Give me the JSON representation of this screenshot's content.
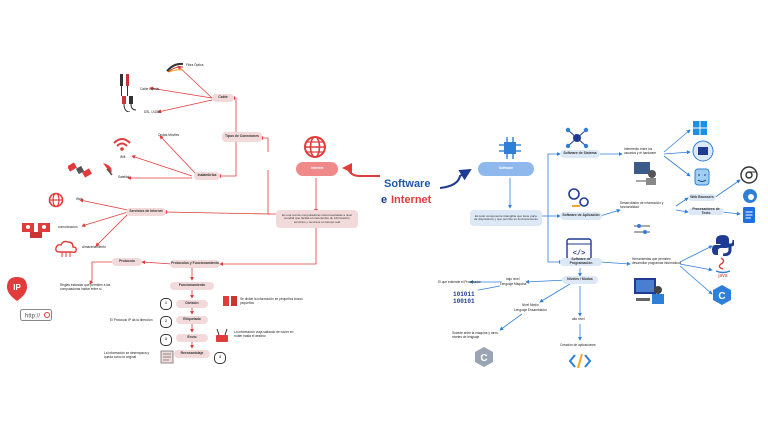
{
  "title": {
    "word1": "Software",
    "word2": "e",
    "word3": "Internet"
  },
  "colors": {
    "red": "#e23b3b",
    "blue": "#2f7fd8",
    "navy": "#1f3a93",
    "pink_fill": "#f3dada",
    "blue_fill": "#dce8f6"
  },
  "internet": {
    "center": "Internet",
    "definition": "Es una red de computadoras interconectadas a nivel mundial que facilita el intercambio de información, servicios y recursos en tiempo real",
    "types_node": "Tipos de Conexiones",
    "cable_node": "Cable",
    "cables": [
      "Fibra Óptica",
      "Cable coaxial",
      "DSL / ADSL"
    ],
    "wireless_node": "Inalámbrica",
    "wireless": [
      "Ondas Móviles",
      "Wifi",
      "Satelital"
    ],
    "services_node": "Servicios de Internet",
    "services": [
      "Web",
      "comunicacion",
      "Almacenamiento"
    ],
    "protocols_node": "Protocolos y Funcionamiento",
    "protocol_item": "Protocolo",
    "protocol_desc": "Reglas estándar que permiten a las computadoras hablar entre sí",
    "func_node": "Funcionamiento",
    "steps": [
      "División",
      "Etiquetado",
      "Envío",
      "Reensamblaje"
    ],
    "step_numbers": [
      "1",
      "2",
      "3",
      "4"
    ],
    "notes": [
      "Se divide la información en pequeños trozos pequeños",
      "El Protocolo IP da la dirección",
      "La información viaja saltando de router en router hasta el destino",
      "La información se desempaca y queda como la original"
    ],
    "ip_label": "IP",
    "http_label": "http://"
  },
  "software": {
    "center": "Software",
    "definition": "Es todo componente intangible que tiene parte de dispositivos y que permite su funcionamiento",
    "system_node": "Software de Sistema",
    "system_desc": "Intermedio entre los usuarios y el hardware",
    "app_node": "Software de Aplicación",
    "app_desc": "Desarrollador de información y funcionalidad",
    "web_browsers": "Web Browsers",
    "text_processors": "Procesadores de Texto",
    "prog_node": "Software de Programación",
    "prog_desc": "Herramientas que permiten desarrollar programas informáticos",
    "levels_node": "Niveles / Modos",
    "low_level": "bajo nivel",
    "low_desc": "Lenguaje Máquina",
    "binary_note": "El que entiende el Procesador",
    "mid_level": "Nivel Medio",
    "mid_desc": "Lenguaje Ensamblador",
    "mid_note": "Sucede entre la máquina y otros niveles de lenguaje",
    "high_level": "alto nivel",
    "high_note": "Creación de aplicaciones",
    "binary_lines": [
      "101011",
      "100101"
    ],
    "java_label": "java",
    "code_glyph": "</>",
    "c_glyph": "C"
  }
}
